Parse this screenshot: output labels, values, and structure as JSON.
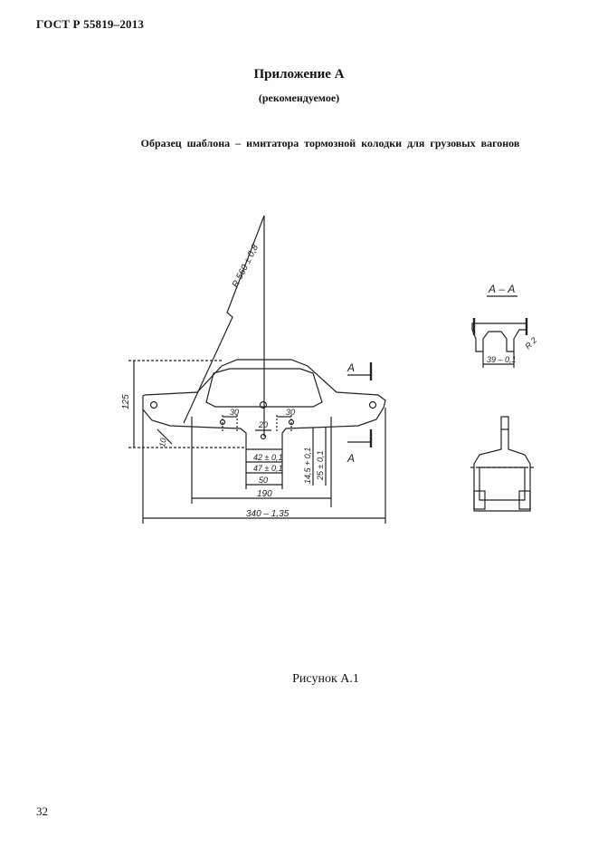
{
  "header": {
    "standard": "ГОСТ Р 55819–2013"
  },
  "appendix": {
    "title": "Приложение А",
    "subtitle": "(рекомендуемое)"
  },
  "figure": {
    "title": "Образец шаблона – имитатора тормозной колодки для грузовых вагонов",
    "caption": "Рисунок А.1",
    "dimensions": {
      "radius": "R 560 ± 0,8",
      "height": "125",
      "thickness": "10",
      "hole_spacing_left": "30",
      "hole_spacing_right": "30",
      "center_width": "20",
      "slot_1": "42 ± 0,1",
      "slot_2": "47 ± 0,1",
      "slot_3": "50",
      "height_1": "14,5 + 0,1",
      "height_2": "25 ± 0,1",
      "width_190": "190",
      "width_340": "340 – 1,35"
    },
    "section": {
      "label": "А – А",
      "mark": "А",
      "dim_a": "39 – 0,1",
      "dim_r": "R 2"
    }
  },
  "page": {
    "number": "32"
  }
}
